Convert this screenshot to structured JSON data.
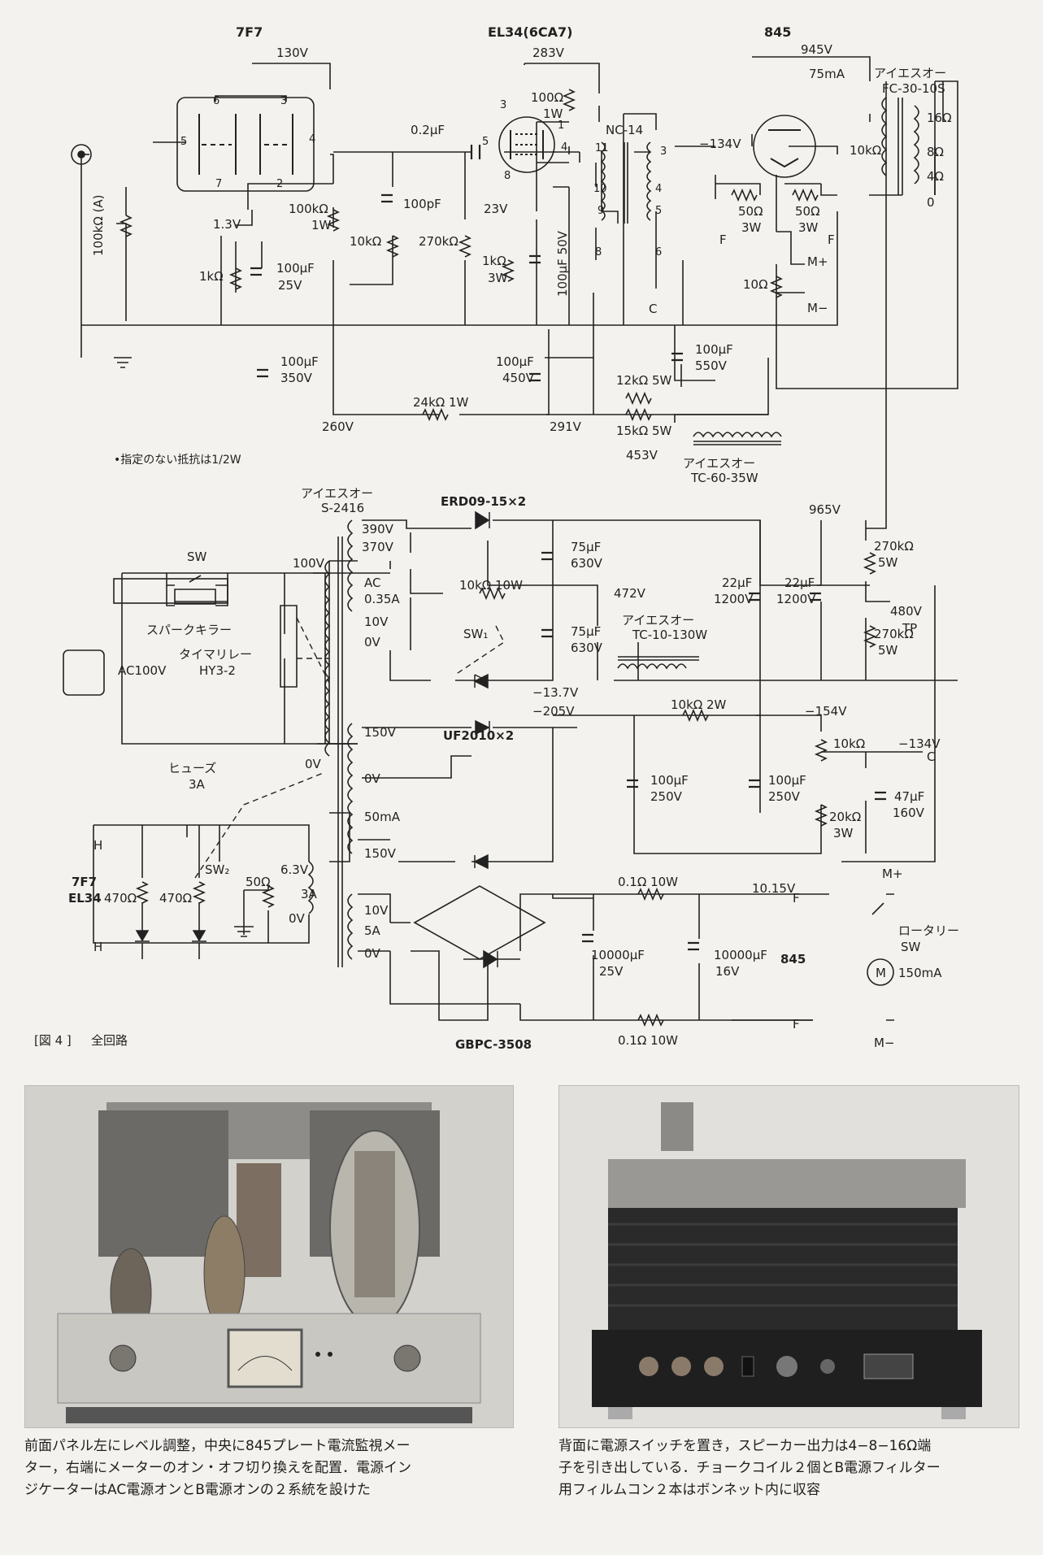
{
  "figure": {
    "label": "[図 4 ]",
    "title": "全回路"
  },
  "note": "•指定のない抵抗は1/2W",
  "tubes": {
    "v1": "7F7",
    "v2": "EL34(6CA7)",
    "v3": "845"
  },
  "voltages": {
    "v130": "130V",
    "v283": "283V",
    "v945": "945V",
    "v134n": "−134V",
    "ma75": "75mA",
    "v13": "1.3V",
    "v23": "23V",
    "v260": "260V",
    "v291": "291V",
    "v453": "453V",
    "v965": "965V",
    "v472": "472V",
    "v480": "480V",
    "tp": "TP",
    "v137": "−13.7V",
    "v205": "−205V",
    "v154": "−154V",
    "v134c": "−134V",
    "c": "C",
    "v1015": "10.15V",
    "f1": "F",
    "f2": "F",
    "f3": "F",
    "f4": "F",
    "c2": "C",
    "mplus1": "M+",
    "mminus1": "M−",
    "mplus2": "M+",
    "mminus2": "M−"
  },
  "pins": [
    "6",
    "3",
    "5",
    "4",
    "7",
    "2",
    "3",
    "1",
    "5",
    "4",
    "8",
    "11",
    "3",
    "10",
    "4",
    "9",
    "5",
    "8",
    "6"
  ],
  "components": {
    "r100ka": "100kΩ (A)",
    "r1k1": "1kΩ",
    "c100u25_a": "100μF",
    "c100u25_b": "25V",
    "c100u350_a": "100μF",
    "c100u350_b": "350V",
    "r100k1w_a": "100kΩ",
    "r100k1w_b": "1W",
    "c02u": "0.2μF",
    "c100p": "100pF",
    "r10k": "10kΩ",
    "r270k": "270kΩ",
    "r100o1w_a": "100Ω",
    "r100o1w_b": "1W",
    "r1k3w_a": "1kΩ",
    "r1k3w_b": "3W",
    "c100u50": "100μF 50V",
    "c100u450_a": "100μF",
    "c100u450_b": "450V",
    "r24k": "24kΩ 1W",
    "c100u550_a": "100μF",
    "c100u550_b": "550V",
    "r12k5w": "12kΩ 5W",
    "r15k5w": "15kΩ 5W",
    "nc14": "NC-14",
    "r50a_a": "50Ω",
    "r50a_b": "3W",
    "r50b_a": "50Ω",
    "r50b_b": "3W",
    "r10o": "10Ω",
    "fc30_brand": "アイエスオー",
    "fc30_model": "FC-30-10S",
    "fc30_r": "10kΩ",
    "tap16": "16Ω",
    "tap8": "8Ω",
    "tap4": "4Ω",
    "tap0": "0",
    "tc60_brand": "アイエスオー",
    "tc60_model": "TC-60-35W",
    "s2416_brand": "アイエスオー",
    "s2416_model": "S-2416",
    "t390": "390V",
    "t370": "370V",
    "tac": "AC",
    "t035": "0.35A",
    "t10": "10V",
    "t0a": "0V",
    "t100": "100V",
    "t0b": "0V",
    "t150a": "150V",
    "t0c": "0V",
    "t50ma": "50mA",
    "t150b": "150V",
    "t63": "6.3V",
    "t3a": "3A",
    "t0d": "0V",
    "t10v5": "10V",
    "t5a": "5A",
    "t0e": "0V",
    "erd": "ERD09-15×2",
    "c75a_a": "75μF",
    "c75a_b": "630V",
    "r10k10w": "10kΩ 10W",
    "sw1": "SW₁",
    "c75b_a": "75μF",
    "c75b_b": "630V",
    "tc10_brand": "アイエスオー",
    "tc10_model": "TC-10-130W",
    "c22a_a": "22μF",
    "c22a_b": "1200V",
    "c22b_a": "22μF",
    "c22b_b": "1200V",
    "r270ka_a": "270kΩ",
    "r270ka_b": "5W",
    "r270kb_a": "270kΩ",
    "r270kb_b": "5W",
    "sw": "SW",
    "sparkkiller": "スパークキラー",
    "ac100v": "AC100V",
    "timerrelay": "タイマリレー",
    "hy32": "HY3-2",
    "fuse": "ヒューズ",
    "fuse3a": "3A",
    "uf": "UF2010×2",
    "r10k2w": "10kΩ 2W",
    "pot10k": "10kΩ",
    "c100u250a_a": "100μF",
    "c100u250a_b": "250V",
    "c100u250b_a": "100μF",
    "c100u250b_b": "250V",
    "r20k_a": "20kΩ",
    "r20k_b": "3W",
    "c47_a": "47μF",
    "c47_b": "160V",
    "h1": "H",
    "h2": "H",
    "tube_lbl1": "7F7",
    "tube_lbl2": "EL34",
    "r470a": "470Ω",
    "r470b": "470Ω",
    "sw2": "SW₂",
    "r50pot": "50Ω",
    "r01a": "0.1Ω 10W",
    "r01b": "0.1Ω 10W",
    "c10000a_a": "10000μF",
    "c10000a_b": "25V",
    "c10000b_a": "10000μF",
    "c10000b_b": "16V",
    "v845": "845",
    "gbpc": "GBPC-3508",
    "rotary": "ロータリー",
    "rotary_sw": "SW",
    "meter": "M",
    "m150": "150mA"
  },
  "photos": {
    "front_caption": [
      "前面パネル左にレベル調整，中央に845プレート電流監視メー",
      "ター，右端にメーターのオン・オフ切り換えを配置．電源イン",
      "ジケーターはAC電源オンとB電源オンの２系統を設けた"
    ],
    "rear_caption": [
      "背面に電源スイッチを置き，スピーカー出力は4−8−16Ω端",
      "子を引き出している．チョークコイル２個とB電源フィルター",
      "用フィルムコン２本はボンネット内に収容"
    ]
  }
}
